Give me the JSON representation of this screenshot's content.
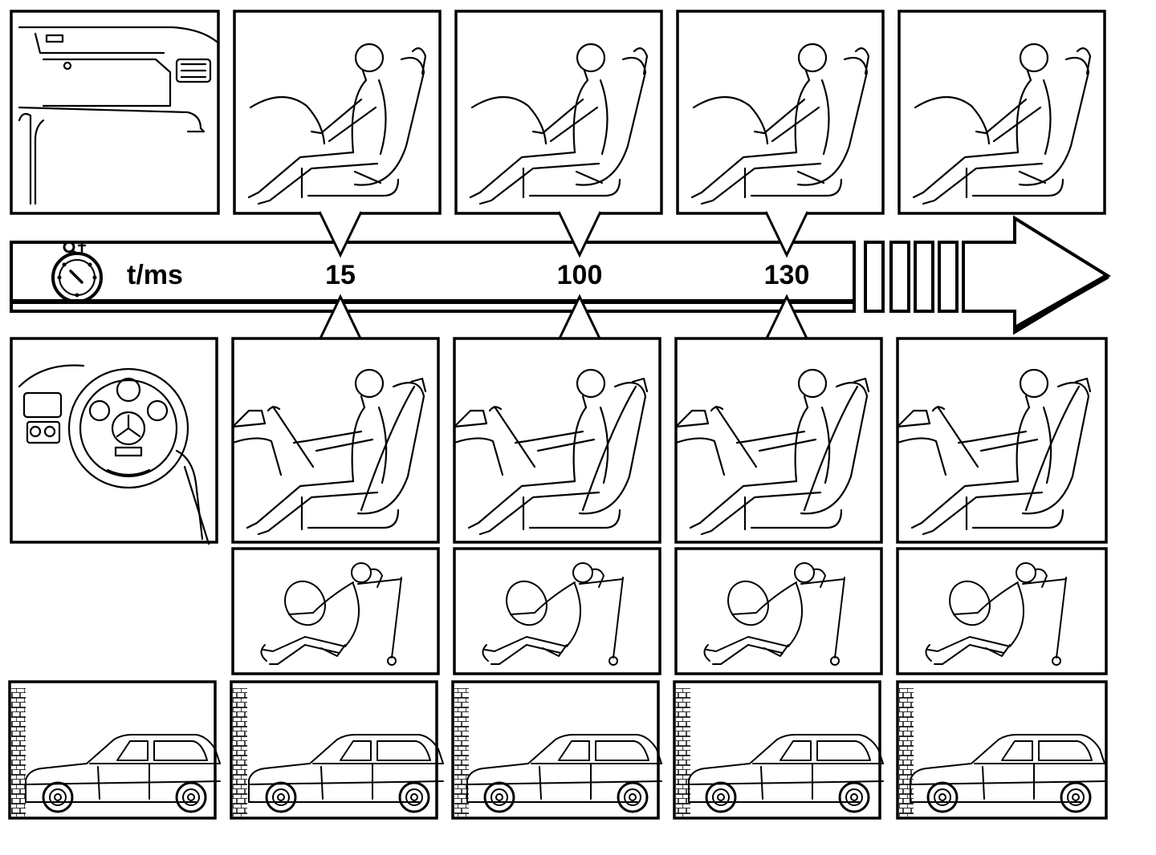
{
  "timeline": {
    "unit_label": "t/ms",
    "ticks": [
      "15",
      "100",
      "130"
    ]
  },
  "icons": {
    "timer": "stopwatch-icon",
    "direction": "arrow-right-icon"
  },
  "rows": [
    {
      "id": "passenger-airbag",
      "panels": [
        "dashboard-passenger-side-icon",
        "passenger-seated-icon",
        "passenger-airbag-deploying-icon",
        "passenger-head-forward-icon",
        "passenger-rebound-icon"
      ]
    },
    {
      "id": "driver-airbag",
      "panels": [
        "steering-wheel-dashboard-icon",
        "driver-seated-icon",
        "driver-airbag-deploying-icon",
        "driver-head-forward-icon",
        "driver-rebound-icon"
      ]
    },
    {
      "id": "belt-tensioner",
      "panels": [
        "belt-tensioner-seated-icon",
        "belt-tensioner-active-icon",
        "belt-tensioner-head-forward-icon",
        "belt-tensioner-rebound-icon"
      ]
    },
    {
      "id": "crash-sequence",
      "panels": [
        "car-before-impact-icon",
        "car-impact-icon",
        "car-front-crumpling-icon",
        "car-front-deformed-icon",
        "car-front-crushed-icon"
      ]
    }
  ],
  "colors": {
    "ink": "#000000",
    "paper": "#ffffff",
    "band": "#f2f2f2"
  }
}
